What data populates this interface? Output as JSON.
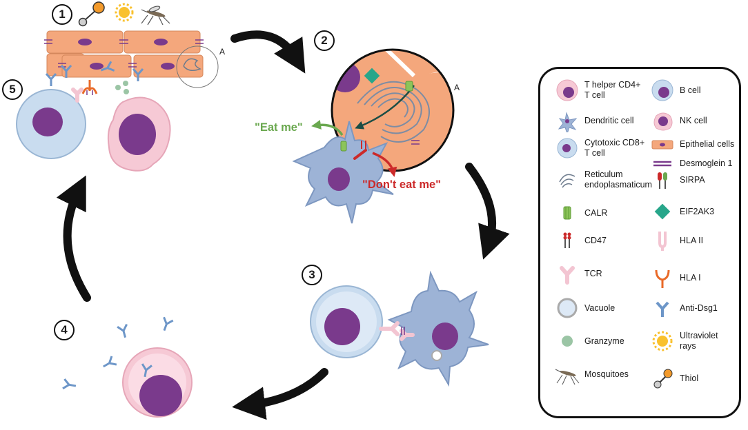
{
  "steps": [
    "1",
    "2",
    "3",
    "4",
    "5"
  ],
  "zoom_label": "A",
  "eat_me": "\"Eat me\"",
  "dont_eat_me": "\"Don't eat me\"",
  "legend": {
    "left": [
      {
        "label": "T helper CD4+\nT cell",
        "icon": "t-helper-cell-icon"
      },
      {
        "label": "Dendritic cell",
        "icon": "dendritic-cell-icon"
      },
      {
        "label": "Cytotoxic CD8+\nT cell",
        "icon": "cytotoxic-t-cell-icon"
      },
      {
        "label": "Reticulum\nendoplasmaticum",
        "icon": "endoplasmic-reticulum-icon"
      },
      {
        "label": "CALR",
        "icon": "calr-icon"
      },
      {
        "label": "CD47",
        "icon": "cd47-icon"
      },
      {
        "label": "TCR",
        "icon": "tcr-icon"
      },
      {
        "label": "Vacuole",
        "icon": "vacuole-icon"
      },
      {
        "label": "Granzyme",
        "icon": "granzyme-icon"
      },
      {
        "label": "Mosquitoes",
        "icon": "mosquito-icon"
      }
    ],
    "right": [
      {
        "label": "B cell",
        "icon": "b-cell-icon"
      },
      {
        "label": "NK cell",
        "icon": "nk-cell-icon"
      },
      {
        "label": "Epithelial cells",
        "icon": "epithelial-cells-icon"
      },
      {
        "label": "Desmoglein 1",
        "icon": "desmoglein-icon"
      },
      {
        "label": "SIRPA",
        "icon": "sirpa-icon"
      },
      {
        "label": "EIF2AK3",
        "icon": "eif2ak3-icon"
      },
      {
        "label": "HLA II",
        "icon": "hla-ii-icon"
      },
      {
        "label": "HLA I",
        "icon": "hla-i-icon"
      },
      {
        "label": "Anti-Dsg1",
        "icon": "anti-dsg1-icon"
      },
      {
        "label": "Ultraviolet\nrays",
        "icon": "ultraviolet-rays-icon"
      },
      {
        "label": "Thiol",
        "icon": "thiol-icon"
      }
    ]
  },
  "colors": {
    "epithelial": "#f4a77c",
    "nucleus_purple": "#7a3a8c",
    "t_cell_blue": "#c9dcef",
    "pink_cell": "#f6c9d5",
    "dendritic_blue": "#9db3d6",
    "antibody_blue": "#8bb0d8",
    "calr_green": "#8cc45a",
    "cd47_red": "#cc2a2a",
    "eif2ak3_teal": "#27a68a",
    "desmoglein": "#7a3a8c",
    "hla1_orange": "#e96a28",
    "hla2_pink": "#f3c5d2",
    "arrow": "#111111"
  }
}
